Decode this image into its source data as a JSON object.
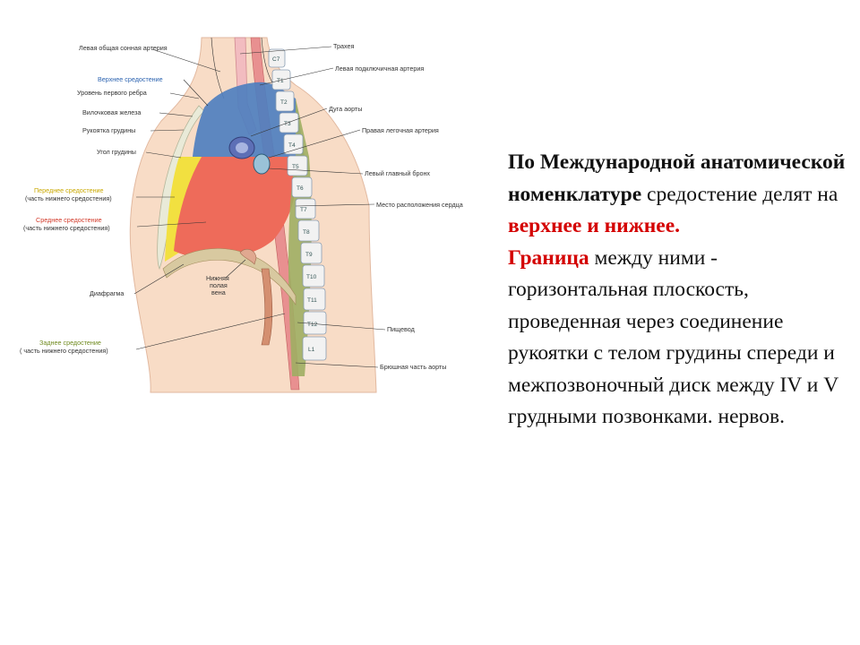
{
  "figure": {
    "labels": {
      "left_common_carotid": "Левая общая сонная артерия",
      "superior_mediastinum": "Верхнее средостение",
      "first_rib_level": "Уровень первого ребра",
      "thymus": "Вилочковая железа",
      "manubrium": "Рукоятка грудины",
      "sternal_angle": "Угол грудины",
      "anterior_mediastinum": "Переднее средостение",
      "anterior_mediastinum_note": "(часть нижнего средостения)",
      "middle_mediastinum": "Среднее средостение",
      "middle_mediastinum_note": "(часть нижнего средостения)",
      "diaphragm": "Диафрагма",
      "posterior_mediastinum": "Заднее средостение",
      "posterior_mediastinum_note": "( часть нижнего средостения)",
      "trachea": "Трахея",
      "left_subclavian": "Левая подключичная артерия",
      "aortic_arch": "Дуга аорты",
      "right_pulmonary_artery": "Правая легочная артерия",
      "left_main_bronchus": "Левый главный бронх",
      "pericardium": "Место расположения сердца",
      "ivc_line1": "Нижняя",
      "ivc_line2": "полая",
      "ivc_line3": "вена",
      "esophagus": "Пищевод",
      "abdominal_aorta": "Брюшная часть аорты"
    },
    "vertebrae": [
      "C7",
      "T1",
      "T2",
      "T3",
      "T4",
      "T5",
      "T6",
      "T7",
      "T8",
      "T9",
      "T10",
      "T11",
      "T12",
      "L1"
    ],
    "colors": {
      "superior": "#4f7fbf",
      "anterior": "#f2e040",
      "middle": "#ee6b5a",
      "posterior": "#9fae63",
      "skin": "#f8dcc6"
    }
  },
  "text": {
    "p1_bold": "По Международной анатомической номенклатуре",
    "p1_rest": " средостение делят на",
    "p2_red": "верхнее и нижнее.",
    "p3_red": "Граница",
    "p3_rest": " между ними - горизонтальная плоскость, проведенная через соединение рукоятки с телом грудины спереди и межпозвоночный диск между IV и V грудными позвонками. нервов."
  }
}
